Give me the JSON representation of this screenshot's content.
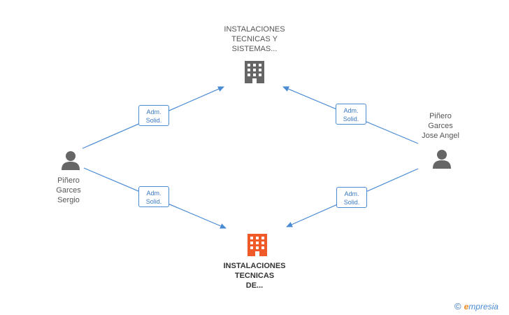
{
  "nodes": {
    "company_top": {
      "lines": [
        "INSTALACIONES",
        "TECNICAS Y",
        "SISTEMAS..."
      ],
      "icon": "building-icon",
      "color": "#666666"
    },
    "company_bottom": {
      "lines": [
        "INSTALACIONES",
        "TECNICAS",
        "DE..."
      ],
      "icon": "building-icon",
      "color": "#f05a28"
    },
    "person_left": {
      "lines": [
        "Piñero",
        "Garces",
        "Sergio"
      ],
      "icon": "person-icon",
      "color": "#666666"
    },
    "person_right": {
      "lines": [
        "Piñero",
        "Garces",
        "Jose Angel"
      ],
      "icon": "person-icon",
      "color": "#666666"
    }
  },
  "edges": [
    {
      "label": [
        "Adm.",
        "Solid."
      ]
    },
    {
      "label": [
        "Adm.",
        "Solid."
      ]
    },
    {
      "label": [
        "Adm.",
        "Solid."
      ]
    },
    {
      "label": [
        "Adm.",
        "Solid."
      ]
    }
  ],
  "colors": {
    "edge": "#4a8bd4",
    "badge_text": "#3a78c2"
  },
  "brand": {
    "copyright": "©",
    "initial": "e",
    "name": "mpresia"
  }
}
